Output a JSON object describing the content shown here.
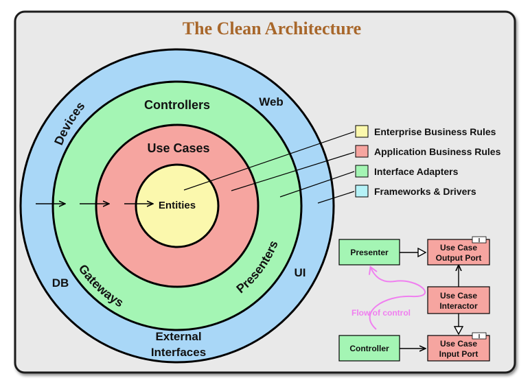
{
  "title": "The Clean Architecture",
  "colors": {
    "panel_bg": "#e9e9e9",
    "panel_border": "#1c1c1c",
    "title": "#a8672b",
    "frameworks": "#a9d7f7",
    "adapters": "#a4f5b4",
    "use_cases": "#f6a5a0",
    "entities": "#fbf8ad",
    "legend_frameworks": "#b5f2f7",
    "flow": "#f07ff0"
  },
  "rings": {
    "entities": "Entities",
    "use_cases": "Use Cases",
    "controllers": "Controllers",
    "gateways": "Gateways",
    "presenters": "Presenters",
    "devices": "Devices",
    "web": "Web",
    "db": "DB",
    "ui": "UI",
    "external_line1": "External",
    "external_line2": "Interfaces"
  },
  "legend": [
    "Enterprise Business Rules",
    "Application Business Rules",
    "Interface Adapters",
    "Frameworks & Drivers"
  ],
  "flow": {
    "presenter": "Presenter",
    "output_port_line1": "Use Case",
    "output_port_line2": "Output Port",
    "interactor_line1": "Use Case",
    "interactor_line2": "Interactor",
    "controller": "Controller",
    "input_port_line1": "Use Case",
    "input_port_line2": "Input Port",
    "interface_marker": "I",
    "flow_of_control": "Flow of control"
  }
}
